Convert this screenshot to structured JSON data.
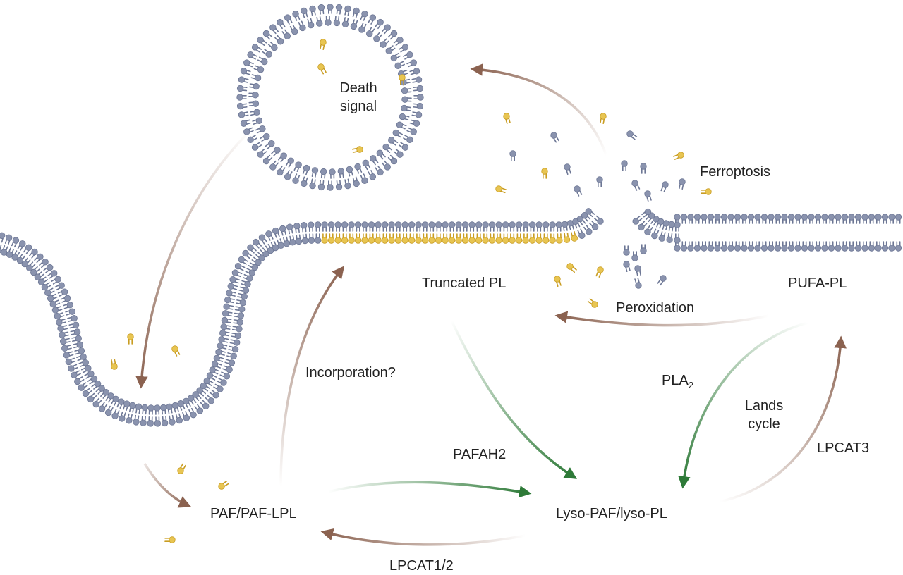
{
  "colors": {
    "membrane": "#8a93ae",
    "membrane_dark": "#6d7795",
    "truncated": "#e8c552",
    "truncated_dark": "#c99d22",
    "brown_arrow": "#8b6250",
    "green_arrow": "#2e7a38",
    "text": "#222222"
  },
  "labels": {
    "death_signal_line1": "Death",
    "death_signal_line2": "signal",
    "ferroptosis": "Ferroptosis",
    "truncated_pl": "Truncated PL",
    "pufa_pl": "PUFA-PL",
    "peroxidation": "Peroxidation",
    "incorporation": "Incorporation?",
    "pla2": "PLA",
    "pla2_sub": "2",
    "lands_cycle_line1": "Lands",
    "lands_cycle_line2": "cycle",
    "lpcat3": "LPCAT3",
    "pafah2": "PAFAH2",
    "paf": "PAF/PAF-LPL",
    "lyso": "Lyso-PAF/lyso-PL",
    "lpcat12": "LPCAT1/2"
  }
}
